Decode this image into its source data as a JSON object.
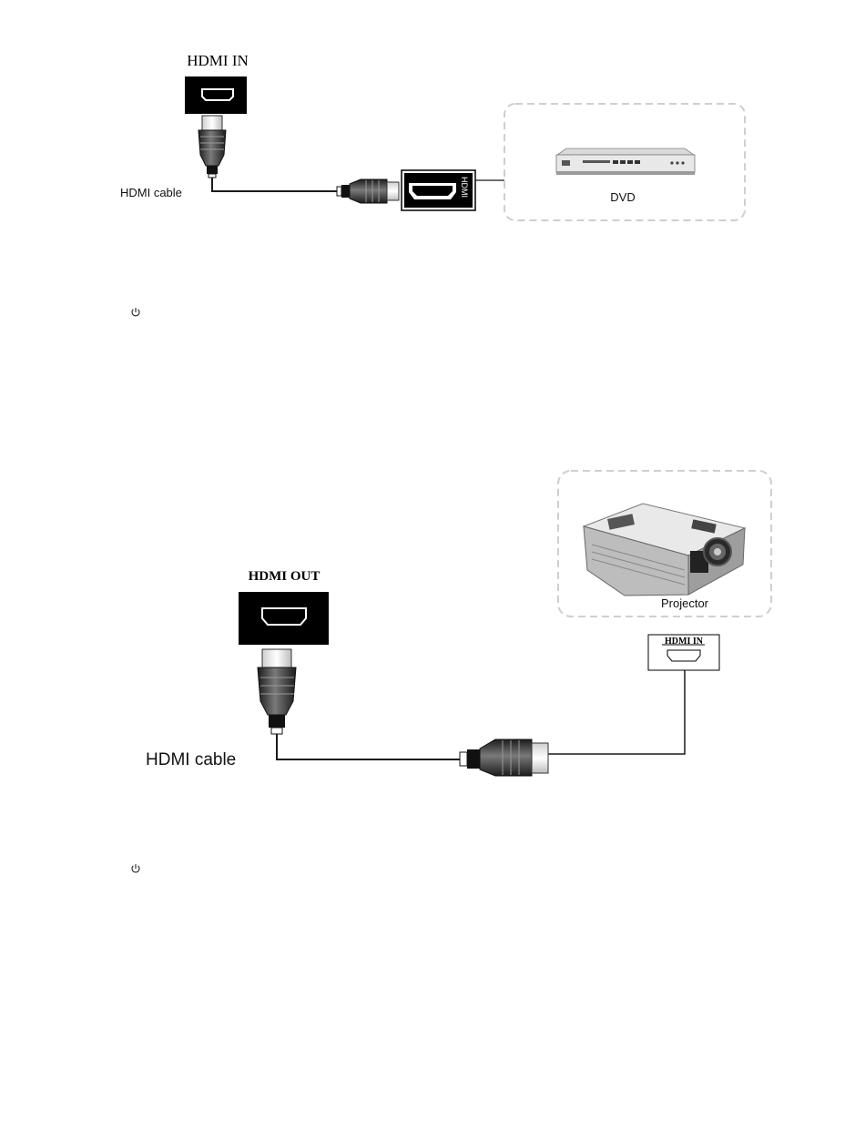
{
  "diagram1": {
    "port_label": "HDMI IN",
    "cable_label": "HDMI cable",
    "device_port_label": "HDMI",
    "device_label": "DVD"
  },
  "diagram2": {
    "port_label": "HDMI OUT",
    "cable_label": "HDMI cable",
    "device_label": "Projector",
    "device_port_label": "HDMI IN"
  },
  "icons": [
    "power-icon",
    "power-icon"
  ],
  "colors": {
    "port_panel": "#000000",
    "cable_line": "#1a1a1a",
    "dashed_border": "#cfcfcf",
    "connector_dark": "#2b2b2b",
    "connector_mid": "#6e6e6e"
  }
}
